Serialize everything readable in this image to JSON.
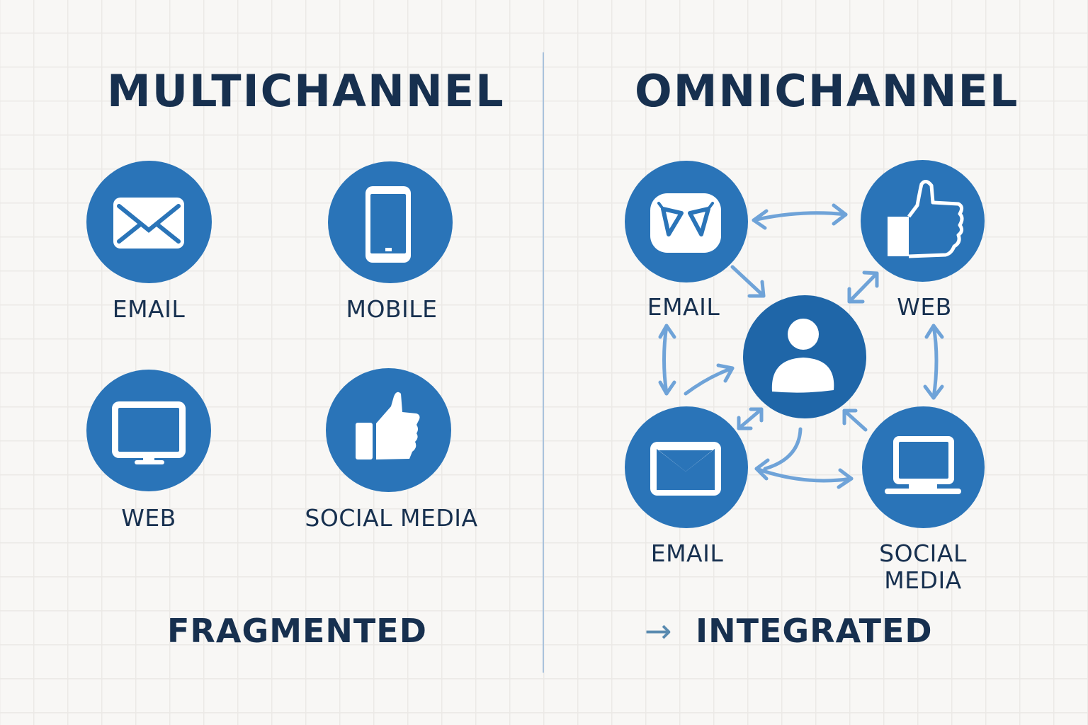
{
  "colors": {
    "background": "#f8f7f5",
    "grid": "#ebe9e6",
    "text": "#17304f",
    "channel_circle": "#2a74b8",
    "hub_circle": "#1f66a8",
    "arrow": "#6fa3d8",
    "divider": "#a9c2dc"
  },
  "left": {
    "title": "MULTICHANNEL",
    "channels": [
      {
        "label": "EMAIL",
        "icon": "envelope-icon"
      },
      {
        "label": "MOBILE",
        "icon": "smartphone-icon"
      },
      {
        "label": "WEB",
        "icon": "monitor-icon"
      },
      {
        "label": "SOCIAL MEDIA",
        "icon": "thumbs-up-icon"
      }
    ],
    "footer": "FRAGMENTED"
  },
  "right": {
    "title": "OMNICHANNEL",
    "hub": {
      "icon": "person-icon"
    },
    "channels": [
      {
        "label": "EMAIL",
        "icon": "chat-bubble-icon"
      },
      {
        "label": "WEB",
        "icon": "thumbs-up-icon"
      },
      {
        "label": "EMAIL",
        "icon": "envelope-icon"
      },
      {
        "label_line1": "SOCIAL",
        "label_line2": "MEDIA",
        "icon": "laptop-icon"
      }
    ],
    "footer_arrow": "→",
    "footer": "INTEGRATED"
  }
}
